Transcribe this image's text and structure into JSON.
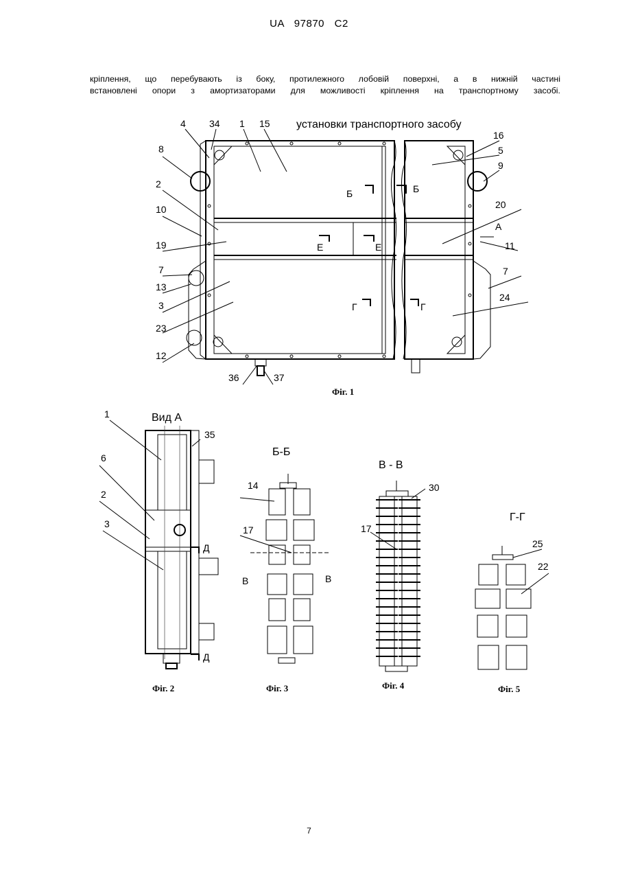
{
  "header": "UA 97870 C2",
  "body_lines": [
    "кріплення, що перебувають із боку, протилежного лобовій поверхні, а в нижній частині",
    "встановлені опори з амортизаторами для можливості кріплення на транспортному засобі."
  ],
  "fig1": {
    "title": "установки транспортного засобу",
    "caption": "Фіг. 1",
    "labels": [
      "4",
      "34",
      "1",
      "15",
      "8",
      "2",
      "10",
      "19",
      "7",
      "13",
      "3",
      "23",
      "12",
      "36",
      "37",
      "16",
      "5",
      "9",
      "20",
      "А",
      "11",
      "7",
      "24",
      "Б",
      "Б",
      "Е",
      "Е",
      "Г",
      "Г"
    ]
  },
  "fig2": {
    "title": "Вид А",
    "caption": "Фіг. 2",
    "labels": [
      "1",
      "35",
      "6",
      "2",
      "3",
      "Д",
      "Д"
    ]
  },
  "fig3": {
    "title": "Б-Б",
    "caption": "Фіг. 3",
    "labels": [
      "14",
      "17",
      "В",
      "В"
    ]
  },
  "fig4": {
    "title": "В - В",
    "caption": "Фіг. 4",
    "labels": [
      "30",
      "17"
    ]
  },
  "fig5": {
    "title": "Г-Г",
    "caption": "Фіг. 5",
    "labels": [
      "25",
      "22"
    ]
  },
  "page_number": "7"
}
